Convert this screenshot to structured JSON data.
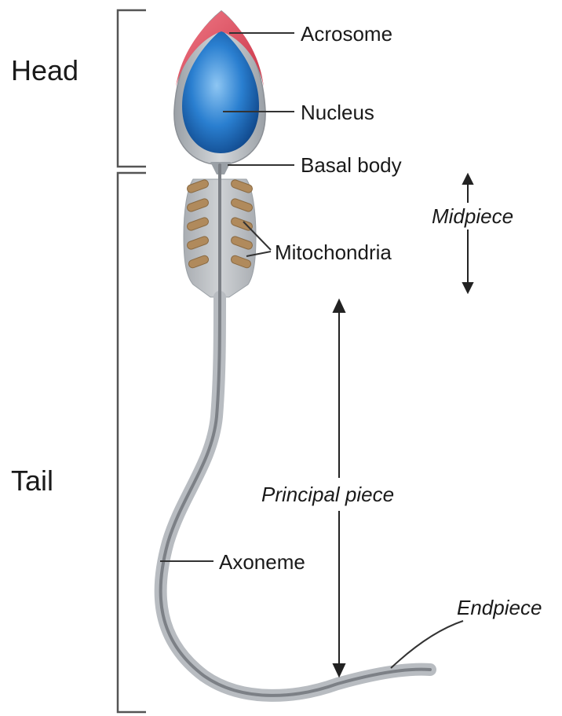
{
  "regions": {
    "head": "Head",
    "tail": "Tail"
  },
  "labels": {
    "acrosome": "Acrosome",
    "nucleus": "Nucleus",
    "basal_body": "Basal body",
    "mitochondria": "Mitochondria",
    "axoneme": "Axoneme"
  },
  "pieces": {
    "midpiece": "Midpiece",
    "principal_piece": "Principal piece",
    "endpiece": "Endpiece"
  },
  "colors": {
    "acrosome": "#d9485a",
    "nucleus": "#2a7fd0",
    "body": "#b8bcc1",
    "mitochondria": "#b08a5c",
    "axoneme": "#8c9096",
    "line": "#333333",
    "bracket": "#555555"
  }
}
